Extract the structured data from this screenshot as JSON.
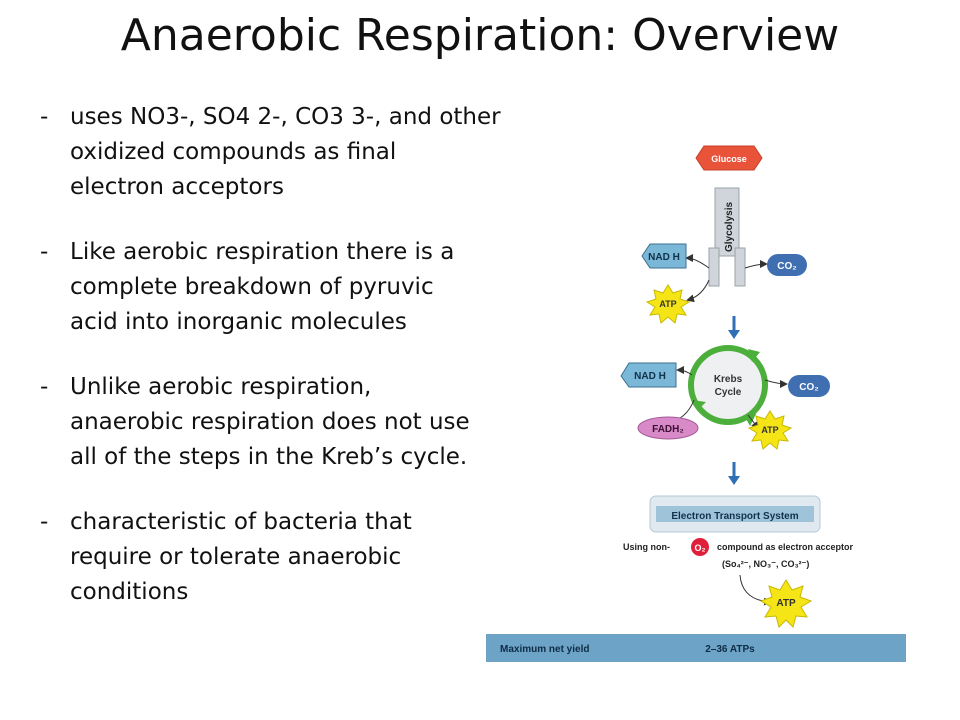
{
  "title": "Anaerobic Respiration: Overview",
  "bullets": [
    {
      "dash": "-",
      "lines": [
        "uses NO3-, SO4 2-, CO3 3-, and other",
        "oxidized compounds as final",
        "electron acceptors"
      ]
    },
    {
      "dash": "-",
      "lines": [
        "Like aerobic respiration there is a",
        "complete breakdown of pyruvic",
        "acid into inorganic molecules"
      ]
    },
    {
      "dash": "-",
      "lines": [
        "Unlike aerobic respiration,",
        "anaerobic respiration does not use",
        "all of the steps in the Kreb’s cycle."
      ]
    },
    {
      "dash": "-",
      "lines": [
        "characteristic of bacteria that",
        "require or tolerate anaerobic",
        "conditions"
      ]
    }
  ],
  "diagram": {
    "glucose": "Glucose",
    "glycolysis": "Glycolysis",
    "nadh": "NAD H",
    "co2": "CO₂",
    "atp": "ATP",
    "krebs_line1": "Krebs",
    "krebs_line2": "Cycle",
    "fadh2": "FADH₂",
    "ets": "Electron Transport System",
    "using_non": "Using non-",
    "o2": "O₂",
    "compound": "compound as electron acceptor",
    "acceptors": "(So₄²⁻, NO₃⁻, CO₃²⁻)",
    "max_yield": "Maximum net yield",
    "atps": "2–36 ATPs"
  },
  "colors": {
    "glucose": "#e8533a",
    "nadh": "#7bb8d8",
    "co2": "#3f6fb0",
    "atp": "#f5e516",
    "krebs": "#4caf3c",
    "fadh2": "#d889c8",
    "ets_bar": "#9fc4d9",
    "o2": "#e0203a",
    "yield_bar": "#6da3c6",
    "arrow": "#2f6fb5"
  }
}
